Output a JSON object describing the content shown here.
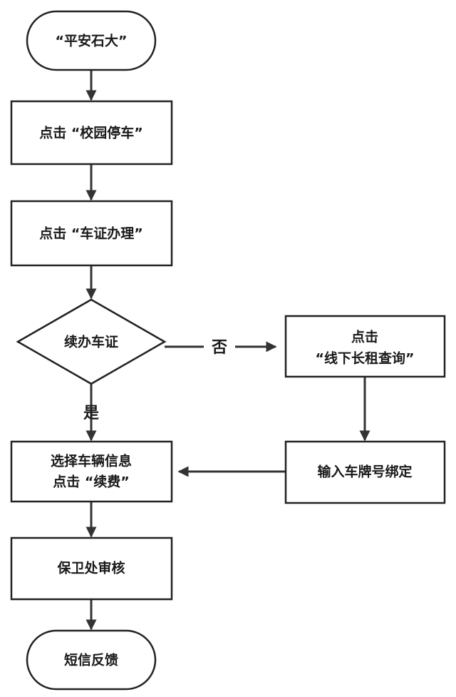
{
  "nodes": {
    "start": {
      "label": "“平安石大”"
    },
    "campus_parking": {
      "label": "点击 “校园停车”"
    },
    "permit_handling": {
      "label": "点击 “车证办理”"
    },
    "renew_decision": {
      "label": "续办车证"
    },
    "offline_query": {
      "line1": "点击",
      "line2": "“线下长租查询”"
    },
    "plate_binding": {
      "label": "输入车牌号绑定"
    },
    "select_vehicle": {
      "line1": "选择车辆信息",
      "line2": "点击 “续费”"
    },
    "security_review": {
      "label": "保卫处审核"
    },
    "sms_feedback": {
      "label": "短信反馈"
    }
  },
  "edges": {
    "yes_label": "是",
    "no_label": "否"
  },
  "colors": {
    "stroke": "#222222",
    "arrow": "#333333",
    "text": "#1a1a1a",
    "fill": "#ffffff"
  }
}
